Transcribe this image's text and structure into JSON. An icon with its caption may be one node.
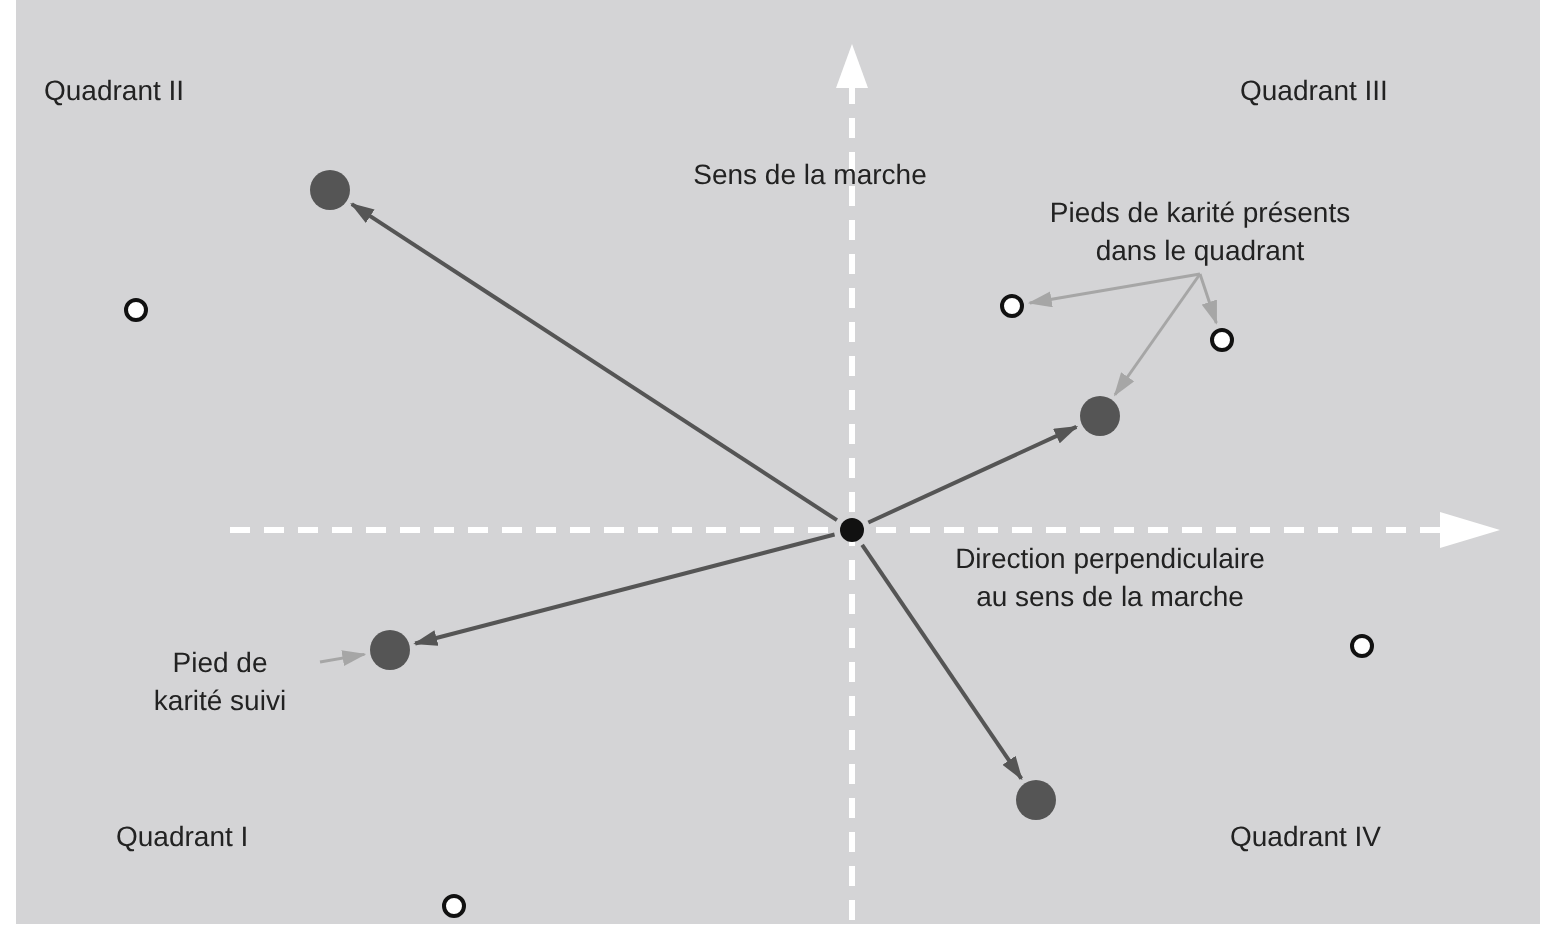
{
  "diagram": {
    "nodes": [
      {
        "text": [],
        "shape": "circle"
      },
      {
        "text": [],
        "shape": "circle"
      },
      {
        "text": [],
        "shape": "circle"
      },
      {
        "text": [],
        "shape": "circle"
      },
      {
        "text": [],
        "shape": "circle"
      },
      {
        "text": [],
        "shape": "circle"
      },
      {
        "text": [],
        "shape": "circle"
      },
      {
        "text": [],
        "shape": "circle"
      },
      {
        "text": [],
        "shape": "circle"
      },
      {
        "text": [],
        "shape": "circle"
      },
      {
        "text": [
          "Pieds de karité présents dans le quadrant"
        ]
      },
      {
        "text": [
          "Pied de karité suivi"
        ]
      }
    ],
    "edges": [
      {
        "from": 0,
        "to": 1,
        "arrow": "to"
      },
      {
        "from": 0,
        "to": 2,
        "arrow": "to"
      },
      {
        "from": 0,
        "to": 3,
        "arrow": "to"
      },
      {
        "from": 0,
        "to": 4,
        "arrow": "to"
      },
      {
        "from": 10,
        "to": 7,
        "arrow": "to",
        "color": "#a6a6a6"
      },
      {
        "from": 10,
        "to": 8,
        "arrow": "to",
        "color": "#a6a6a6"
      },
      {
        "from": 10,
        "to": 4,
        "arrow": "to",
        "color": "#a6a6a6"
      },
      {
        "from": 11,
        "to": 2,
        "arrow": "to",
        "color": "#a6a6a6"
      }
    ],
    "labels": [
      "Quadrant II",
      "Quadrant III",
      "Sens de la marche",
      "Direction perpendiculaire au sens de la marche",
      "Quadrant I",
      "Quadrant IV"
    ]
  }
}
